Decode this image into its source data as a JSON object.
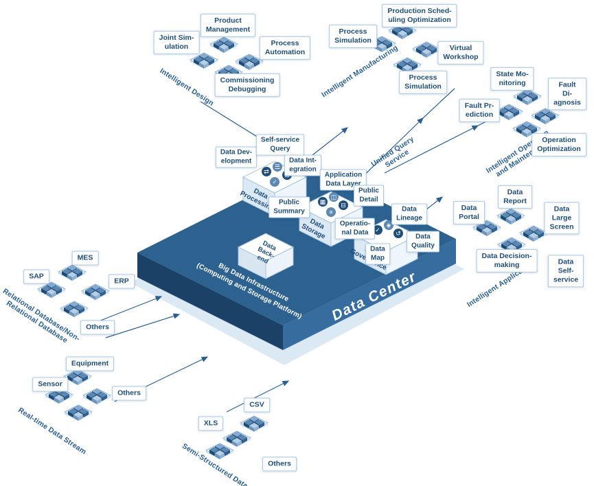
{
  "platform": {
    "title": "Data Center",
    "subtitle": "Big Data Infrastructure\n(Computing and Storage Platform)",
    "stacks": {
      "processing": "Data\nProcessing",
      "storage": "Data\nStorage",
      "governance": "Data\nGovernance",
      "backend": "Data\nBack-\nend"
    },
    "stack_labels": {
      "data_development": "Data Dev-\nelopment",
      "self_service_query": "Self-service\nQuery",
      "data_integration": "Data Int-\negration",
      "application_data_layer": "Application\nData Layer",
      "public_summary": "Public\nSummary",
      "public_detail": "Public\nDetail",
      "operational_data": "Operatio-\nnal Data",
      "data_lineage": "Data\nLineage",
      "data_map": "Data\nMap",
      "data_quality": "Data\nQuality"
    }
  },
  "captions": {
    "intelligent_design": "Intelligent Design",
    "intelligent_manufacturing": "Intelligent Manufacturing",
    "unified_query_service": "Unified Query\nService",
    "intelligent_om": "Intelligent Operation\nand Maintenance",
    "intelligent_application": "Intelligent Application",
    "relational_db": "Relational Database/Non-\nRelational Database",
    "realtime_stream": "Real-time Data Stream",
    "semi_structured": "Semi-Structured Data"
  },
  "clusters": {
    "design": {
      "joint_simulation": "Joint Sim-\nulation",
      "product_management": "Product\nManagement",
      "process_automation": "Process\nAutomation",
      "commissioning_debugging": "Commissioning\nDebugging"
    },
    "manufacturing": {
      "process_simulation_top": "Process\nSimulation",
      "production_scheduling": "Production Sched-\nuling Optimization",
      "virtual_workshop": "Virtual\nWorkshop",
      "process_simulation_bottom": "Process\nSimulation"
    },
    "om": {
      "state_monitoring": "State Mo-\nnitoring",
      "fault_diagnosis": "Fault Di-\nagnosis",
      "fault_prediction": "Fault Pr-\nediction",
      "operation_optimization": "Operation\nOptimization"
    },
    "application": {
      "data_report": "Data\nReport",
      "data_large_screen": "Data Large\nScreen",
      "data_portal": "Data\nPortal",
      "data_decision_making": "Data Decision-\nmaking",
      "data_self_service": "Data Self-\nservice"
    },
    "db_sources": {
      "sap": "SAP",
      "mes": "MES",
      "erp": "ERP",
      "others": "Others"
    },
    "realtime_sources": {
      "equipment": "Equipment",
      "sensor": "Sensor",
      "others": "Others"
    },
    "semi_sources": {
      "xls": "XLS",
      "csv": "CSV",
      "others": "Others"
    }
  },
  "icons": {
    "cluster_icon": "isometric-cube-stack",
    "chip_glyphs": [
      "⇄",
      "☰",
      "⊞",
      "✓",
      "▦",
      "◫",
      "⊟",
      "≡",
      "✓",
      "◈",
      "↺"
    ]
  },
  "colors": {
    "accent_text": "#1f4e79",
    "line": "#2a5f92",
    "platform_top": "#2c6190",
    "platform_left": "#1b4266",
    "platform_right": "#376d9e",
    "label_border": "#aac8e4",
    "glow": "#dbe9f5"
  }
}
